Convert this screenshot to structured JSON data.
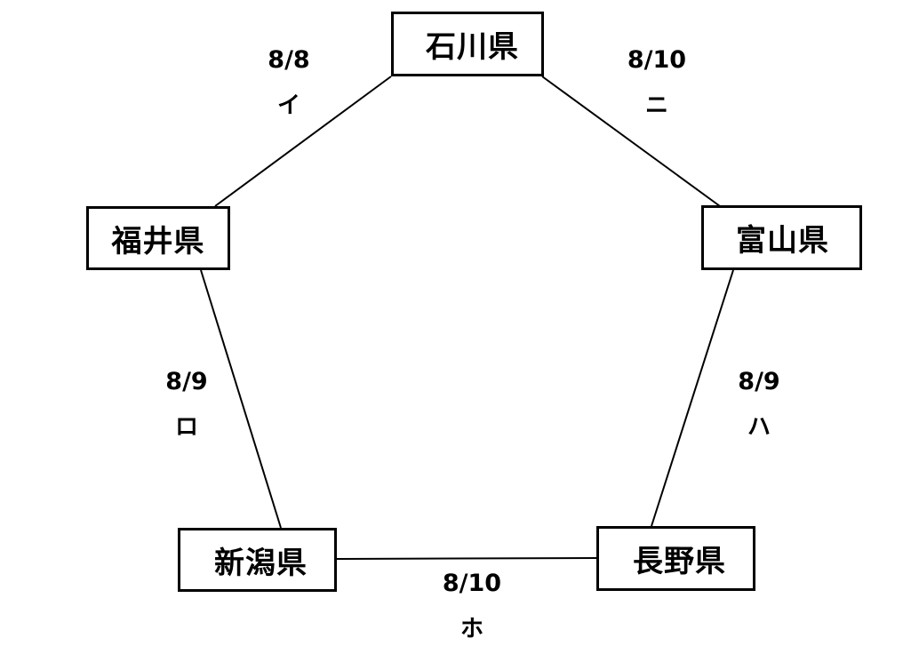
{
  "nodes": {
    "ishikawa": {
      "label": "石川県"
    },
    "toyama": {
      "label": "富山県"
    },
    "fukui": {
      "label": "福井県"
    },
    "niigata": {
      "label": "新潟県"
    },
    "nagano": {
      "label": "長野県"
    }
  },
  "edges": [
    {
      "from": "ishikawa",
      "to": "fukui",
      "date": "8/8",
      "code": "イ"
    },
    {
      "from": "fukui",
      "to": "niigata",
      "date": "8/9",
      "code": "ロ"
    },
    {
      "from": "toyama",
      "to": "nagano",
      "date": "8/9",
      "code": "ハ"
    },
    {
      "from": "ishikawa",
      "to": "toyama",
      "date": "8/10",
      "code": "ニ"
    },
    {
      "from": "niigata",
      "to": "nagano",
      "date": "8/10",
      "code": "ホ"
    }
  ],
  "colors": {
    "line": "#000000",
    "border": "#000000",
    "text": "#000000"
  }
}
